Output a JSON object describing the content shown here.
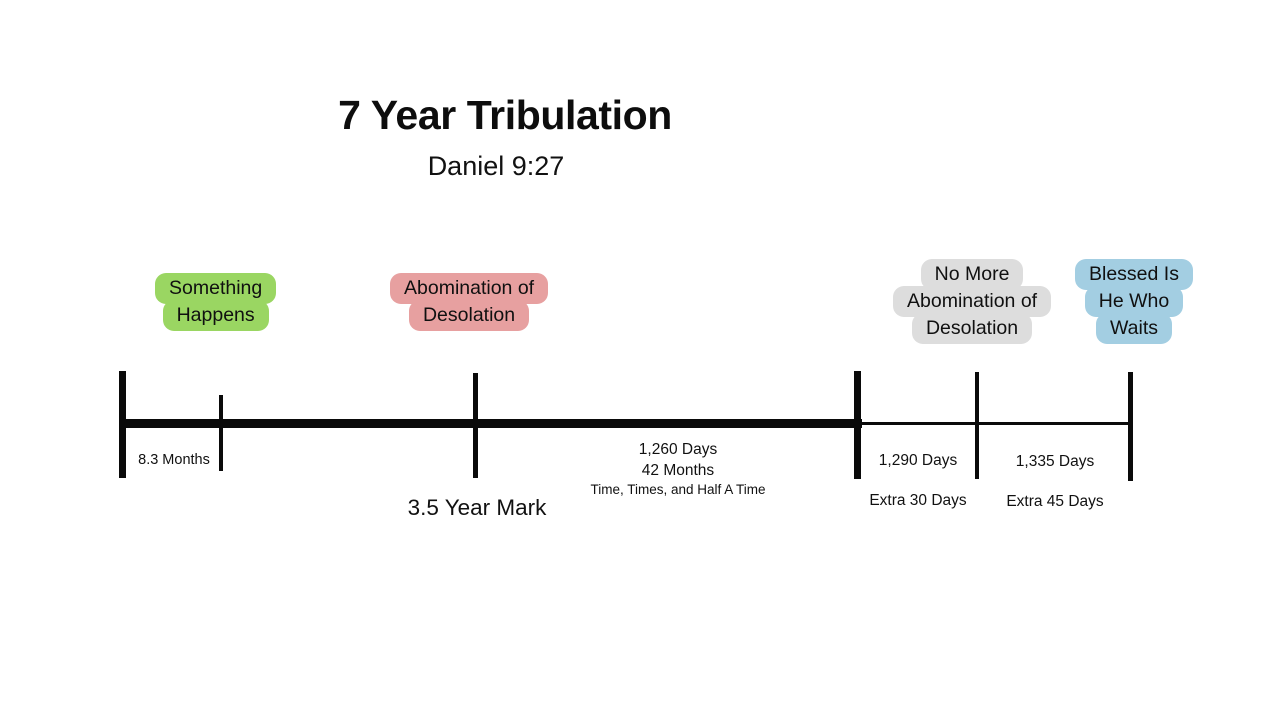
{
  "slide": {
    "title": "7 Year Tribulation",
    "subtitle": "Daniel 9:27",
    "background_color": "#ffffff",
    "line_color": "#0a0a0a"
  },
  "chips": [
    {
      "name": "something-happens",
      "color": "#9ad662",
      "lines": [
        "Something",
        "Happens"
      ]
    },
    {
      "name": "abomination-of-desolation",
      "color": "#e7a0a0",
      "lines": [
        "Abomination of",
        "Desolation"
      ]
    },
    {
      "name": "no-more-abomination-of-desolation",
      "color": "#dddddd",
      "lines": [
        "No More",
        "Abomination of",
        "Desolation"
      ]
    },
    {
      "name": "blessed-is-he-who-waits",
      "color": "#a3cee2",
      "lines": [
        "Blessed Is",
        "He Who",
        "Waits"
      ]
    }
  ],
  "timeline": {
    "segments": [
      {
        "name": "first-segment",
        "label": "8.3 Months"
      },
      {
        "name": "three-and-a-half-year-mark",
        "label": "3.5 Year Mark"
      },
      {
        "name": "middle-segment",
        "line1": "1,260 Days",
        "line2": "42 Months",
        "line3": "Time, Times, and Half A Time"
      },
      {
        "name": "extra-thirty-days-segment",
        "line1": "1,290 Days",
        "line2": "Extra 30 Days"
      },
      {
        "name": "extra-forty-five-days-segment",
        "line1": "1,335 Days",
        "line2": "Extra 45 Days"
      }
    ]
  }
}
